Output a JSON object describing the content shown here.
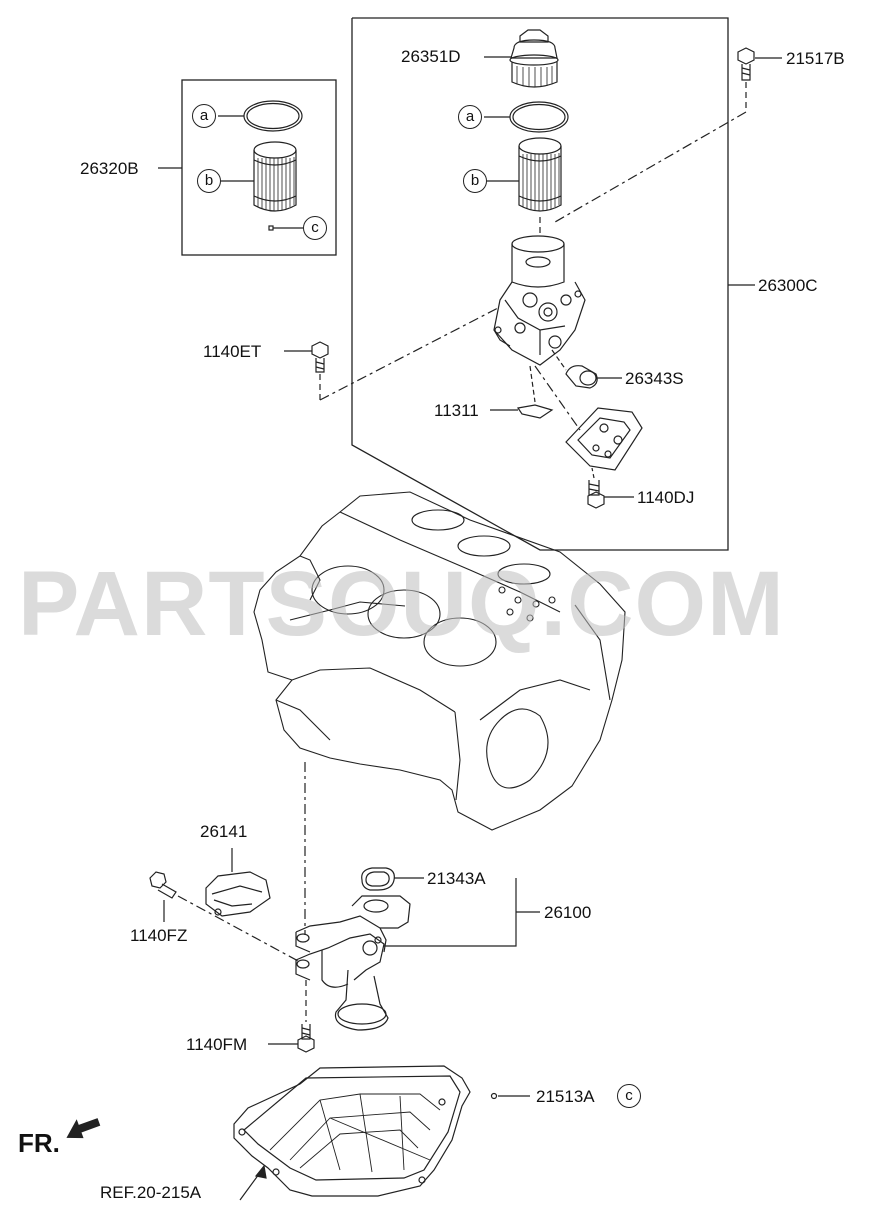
{
  "watermark": "PARTSOUQ.COM",
  "direction_label": "FR.",
  "parts": [
    {
      "id": "p26351D",
      "label": "26351D"
    },
    {
      "id": "p21517B",
      "label": "21517B"
    },
    {
      "id": "p26320B",
      "label": "26320B"
    },
    {
      "id": "p26300C",
      "label": "26300C"
    },
    {
      "id": "p1140ET",
      "label": "1140ET"
    },
    {
      "id": "p26343S",
      "label": "26343S"
    },
    {
      "id": "p11311",
      "label": "11311"
    },
    {
      "id": "p1140DJ",
      "label": "1140DJ"
    },
    {
      "id": "p26141",
      "label": "26141"
    },
    {
      "id": "p21343A",
      "label": "21343A"
    },
    {
      "id": "p26100",
      "label": "26100"
    },
    {
      "id": "p1140FZ",
      "label": "1140FZ"
    },
    {
      "id": "p1140FM",
      "label": "1140FM"
    },
    {
      "id": "p21513A",
      "label": "21513A"
    },
    {
      "id": "pREF",
      "label": "REF.20-215A"
    }
  ],
  "callouts": {
    "a": "a",
    "b": "b",
    "c": "c"
  }
}
